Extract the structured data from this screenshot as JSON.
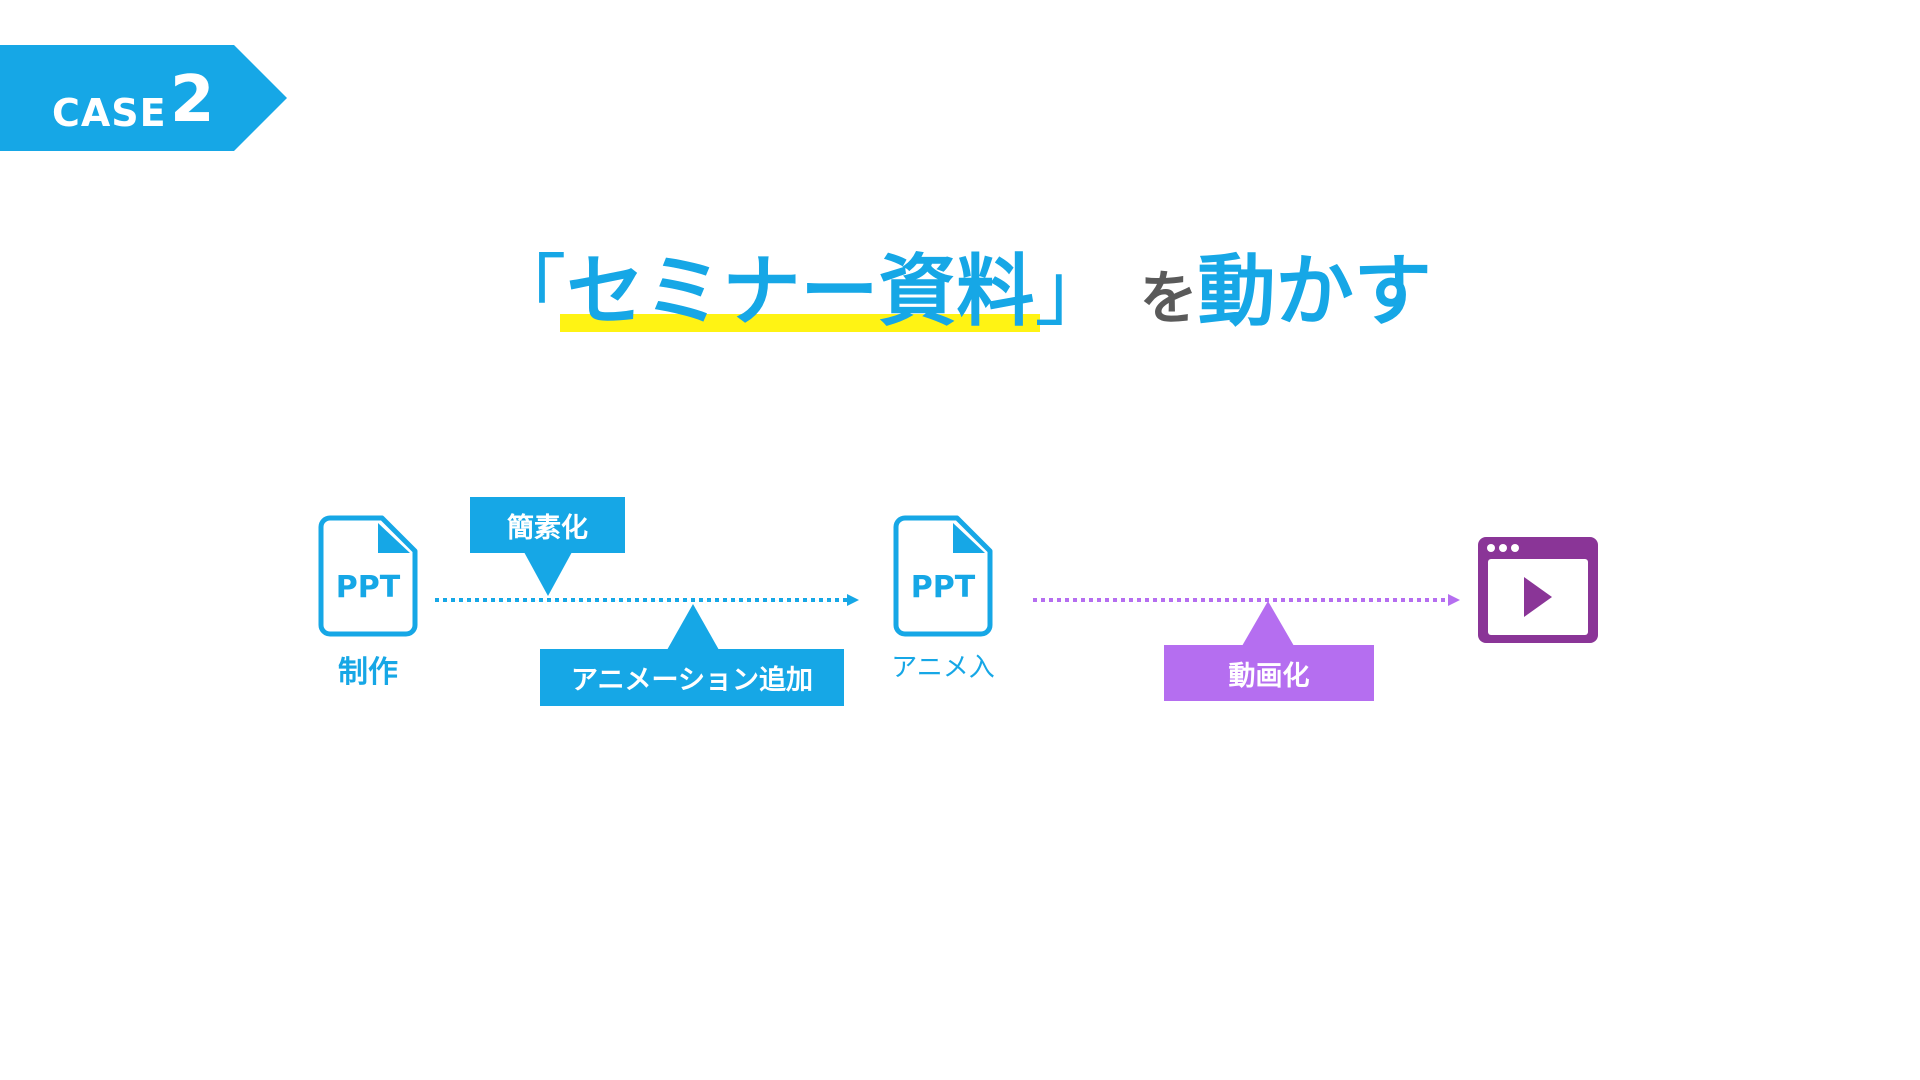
{
  "case": {
    "label": "CASE",
    "number": "2"
  },
  "title": {
    "open_bracket": "「",
    "highlight": "セミナー資料",
    "close_bracket": "」",
    "particle": "を",
    "verb": "動かす"
  },
  "diagram": {
    "file1": {
      "badge": "PPT",
      "label": "制作"
    },
    "file2": {
      "badge": "PPT",
      "label": "アニメ入"
    },
    "callout_simplify": "簡素化",
    "callout_animation": "アニメーション追加",
    "callout_video": "動画化"
  },
  "colors": {
    "blue": "#16a7e6",
    "purple": "#b56ef0",
    "dark_purple": "#8a3597",
    "highlight": "#fff314",
    "gray": "#5a5a5a"
  }
}
